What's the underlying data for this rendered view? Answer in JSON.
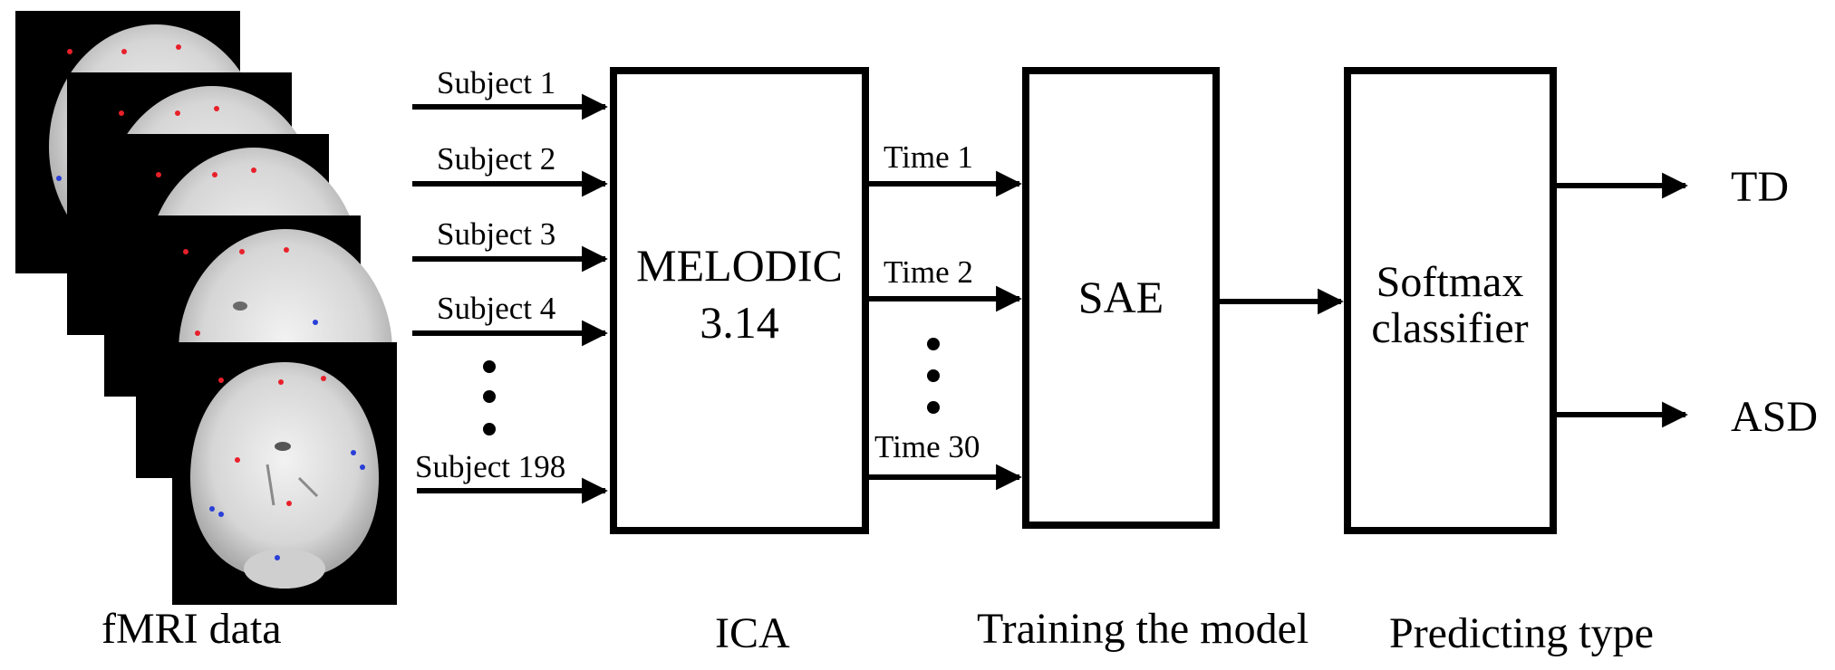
{
  "inputs": {
    "subjects": [
      "Subject 1",
      "Subject 2",
      "Subject 3",
      "Subject 4",
      "Subject 198"
    ]
  },
  "ica_box": {
    "line1": "MELODIC",
    "line2": "3.14"
  },
  "times": [
    "Time 1",
    "Time 2",
    "Time 30"
  ],
  "sae_box": {
    "label": "SAE"
  },
  "softmax_box": {
    "line1": "Softmax",
    "line2": "classifier"
  },
  "outputs": [
    "TD",
    "ASD"
  ],
  "captions": {
    "fmri": "fMRI data",
    "ica": "ICA",
    "training": "Training the model",
    "predicting": "Predicting type"
  },
  "colors": {
    "ink": "#000000",
    "scan_bg": "#000000",
    "brain": "#d8d8d8",
    "marker_red": "#e8202a",
    "marker_blue": "#2a3fd8"
  }
}
